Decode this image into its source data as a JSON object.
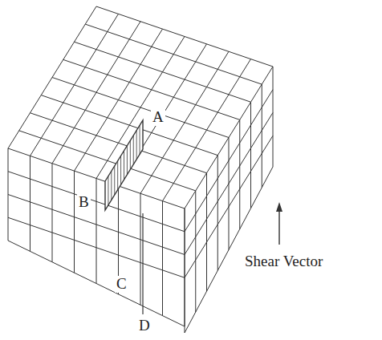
{
  "diagram": {
    "labels": [
      "A",
      "B",
      "C",
      "D",
      "Shear Vector"
    ]
  }
}
